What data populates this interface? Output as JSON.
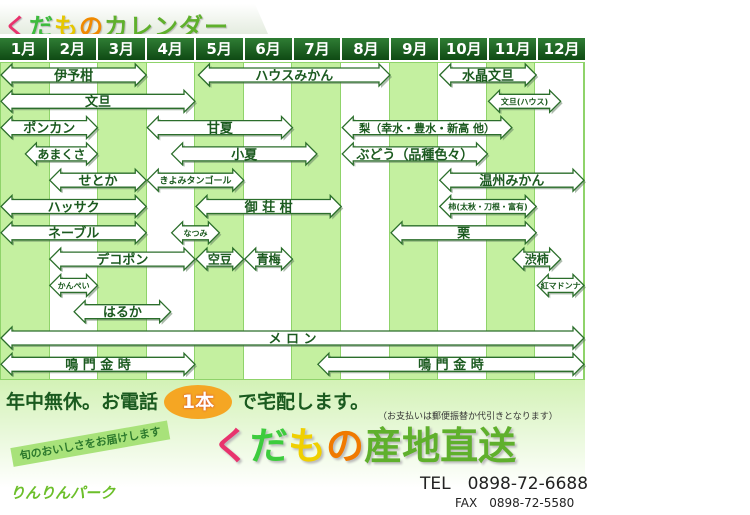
{
  "title": {
    "chars": [
      {
        "t": "く",
        "c": "#e8336d"
      },
      {
        "t": "だ",
        "c": "#3dbb3d"
      },
      {
        "t": "も",
        "c": "#e6c700"
      },
      {
        "t": "の",
        "c": "#f08a00"
      },
      {
        "t": "カレンダー",
        "c": "#5fb02c"
      }
    ]
  },
  "months": [
    "1月",
    "2月",
    "3月",
    "4月",
    "5月",
    "6月",
    "7月",
    "8月",
    "9月",
    "10月",
    "11月",
    "12月"
  ],
  "colors": {
    "green_col": "#c4f0a0",
    "arrow_stroke": "#2b6e2b",
    "text": "#1b5a1f"
  },
  "seasons": [
    {
      "name": "伊予柑",
      "row": 0,
      "start": 0,
      "end": 3
    },
    {
      "name": "ハウスみかん",
      "row": 0,
      "start": 4.05,
      "end": 8
    },
    {
      "name": "水晶文旦",
      "row": 0,
      "start": 9,
      "end": 11
    },
    {
      "name": "文旦",
      "row": 1,
      "start": 0,
      "end": 4
    },
    {
      "name": "文旦(ハウス)",
      "row": 1,
      "start": 10,
      "end": 11.5
    },
    {
      "name": "ポンカン",
      "row": 2,
      "start": 0,
      "end": 2
    },
    {
      "name": "甘夏",
      "row": 2,
      "start": 3,
      "end": 6
    },
    {
      "name": "梨（幸水・豊水・新高 他）",
      "row": 2,
      "start": 7,
      "end": 10.5
    },
    {
      "name": "あまくさ",
      "row": 3,
      "start": 0.5,
      "end": 2
    },
    {
      "name": "小夏",
      "row": 3,
      "start": 3.5,
      "end": 6.5
    },
    {
      "name": "ぶどう（品種色々）",
      "row": 3,
      "start": 7,
      "end": 10
    },
    {
      "name": "せとか",
      "row": 4,
      "start": 1,
      "end": 3
    },
    {
      "name": "きよみタンゴール",
      "row": 4,
      "start": 3,
      "end": 5
    },
    {
      "name": "温州みかん",
      "row": 4,
      "start": 9,
      "end": 12
    },
    {
      "name": "ハッサク",
      "row": 5,
      "start": 0,
      "end": 3
    },
    {
      "name": "御 荘 柑",
      "row": 5,
      "start": 4,
      "end": 7
    },
    {
      "name": "柿(太秋・刀根・富有)",
      "row": 5,
      "start": 9,
      "end": 11
    },
    {
      "name": "ネーブル",
      "row": 6,
      "start": 0,
      "end": 3
    },
    {
      "name": "なつみ",
      "row": 6,
      "start": 3.5,
      "end": 4.5
    },
    {
      "name": "栗",
      "row": 6,
      "start": 8,
      "end": 11
    },
    {
      "name": "デコポン",
      "row": 7,
      "start": 1,
      "end": 4
    },
    {
      "name": "空豆",
      "row": 7,
      "start": 4,
      "end": 5
    },
    {
      "name": "青梅",
      "row": 7,
      "start": 5,
      "end": 6
    },
    {
      "name": "渋柿",
      "row": 7,
      "start": 10.5,
      "end": 11.5
    },
    {
      "name": "かんぺい",
      "row": 8,
      "start": 1,
      "end": 2
    },
    {
      "name": "紅マドンナ",
      "row": 8,
      "start": 11,
      "end": 12
    },
    {
      "name": "はるか",
      "row": 9,
      "start": 1.5,
      "end": 3.5
    },
    {
      "name": "メ ロ ン",
      "row": 10,
      "start": 0,
      "end": 12
    },
    {
      "name": "鳴 門 金 時",
      "row": 11,
      "start": 0,
      "end": 4
    },
    {
      "name": "鳴 門 金 時",
      "row": 11,
      "start": 6.5,
      "end": 12
    }
  ],
  "footer": {
    "slogan_a": "年中無休。お電話",
    "slogan_badge": "1本",
    "slogan_b": "で宅配します。",
    "payment": "（お支払いは郵便振替か代引きとなります）",
    "ribbon": "旬のおいしさをお届けします",
    "big": [
      {
        "t": "く",
        "c": "#e8336d"
      },
      {
        "t": "だ",
        "c": "#3dcc3d"
      },
      {
        "t": "も",
        "c": "#f0d000"
      },
      {
        "t": "の",
        "c": "#f07a00"
      },
      {
        "t": "産地直送",
        "c": "#5fb02c"
      }
    ],
    "logo": "りんりんパーク",
    "tel": "TEL　0898-72-6688",
    "fax": "FAX　0898-72-5580"
  }
}
